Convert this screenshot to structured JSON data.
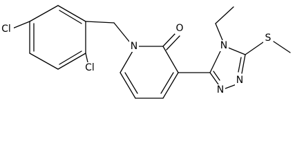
{
  "molecule": {
    "atoms": {
      "cl_left": "Cl",
      "cl_ortho": "Cl",
      "n_pyridinone": "N",
      "o_carbonyl": "O",
      "n4_triazole": "N",
      "n1_triazole": "N",
      "n2_triazole": "N",
      "s_methylthio": "S"
    }
  }
}
